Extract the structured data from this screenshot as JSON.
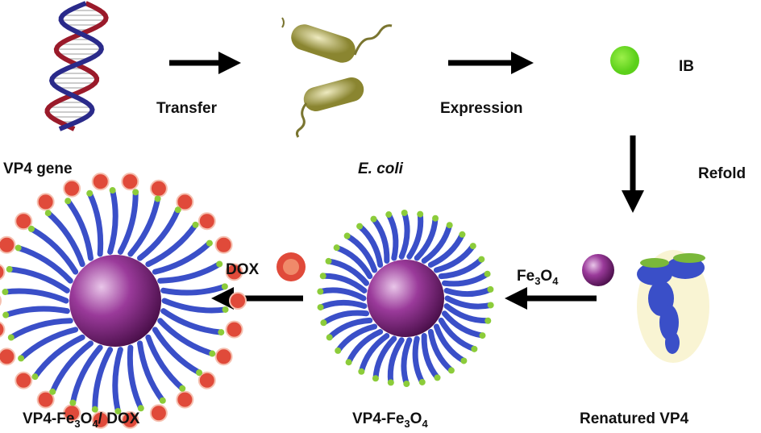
{
  "labels": {
    "vp4_gene": "VP4 gene",
    "transfer": "Transfer",
    "ecoli": "E. coli",
    "expression": "Expression",
    "ib": "IB",
    "refold": "Refold",
    "renatured": "Renatured VP4",
    "fe3o4": {
      "a": "Fe",
      "s1": "3",
      "b": "O",
      "s2": "4"
    },
    "vp4_fe3o4": {
      "a": "VP4-Fe",
      "s1": "3",
      "b": "O",
      "s2": "4"
    },
    "dox": "DOX",
    "final": {
      "a": "VP4-Fe",
      "s1": "3",
      "b": "O",
      "s2": "4",
      "c": "/ DOX"
    }
  },
  "colors": {
    "ib": "#7ee82a",
    "core": "#8a2a8a",
    "protein": "#3a4fc8",
    "dox": "#e04a3a",
    "bacteria": "#b7b060"
  }
}
